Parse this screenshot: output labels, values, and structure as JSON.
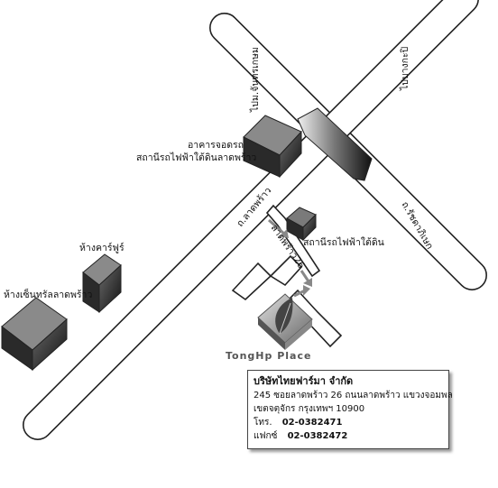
{
  "map": {
    "roads": {
      "vibhavadi": "ไปบางกะปิ",
      "ratchadaphisek_north": "ไปม.จันทรเกษม",
      "ratchadaphisek_south": "ถ.รัชดาภิเษก",
      "lat_phrao": "ถ.ลาดพร้าว",
      "soi_26": "ลาดพร้าว26"
    },
    "landmarks": {
      "building_line1": "อาคารจอดรถ",
      "building_line2": "สถานีรถไฟฟ้าใต้ดินลาดพร้าว",
      "mrt_exit": "สถานีรถไฟฟ้าใต้ดิน",
      "foodland": "ห้างคาร์ฟูร์",
      "central": "ห้างเซ็นทรัลลาดพร้าว"
    },
    "destination": "TongHp Place"
  },
  "info": {
    "company": "บริษัทไทยฟาร์มา จำกัด",
    "address_line1": "245 ซอยลาดพร้าว 26 ถนนลาดพร้าว แขวงจอมพล",
    "address_line2": "เขตจตุจักร กรุงเทพฯ 10900",
    "phone_label": "โทร.",
    "phone": "02-0382471",
    "fax_label": "แฟกซ์",
    "fax": "02-0382472"
  }
}
